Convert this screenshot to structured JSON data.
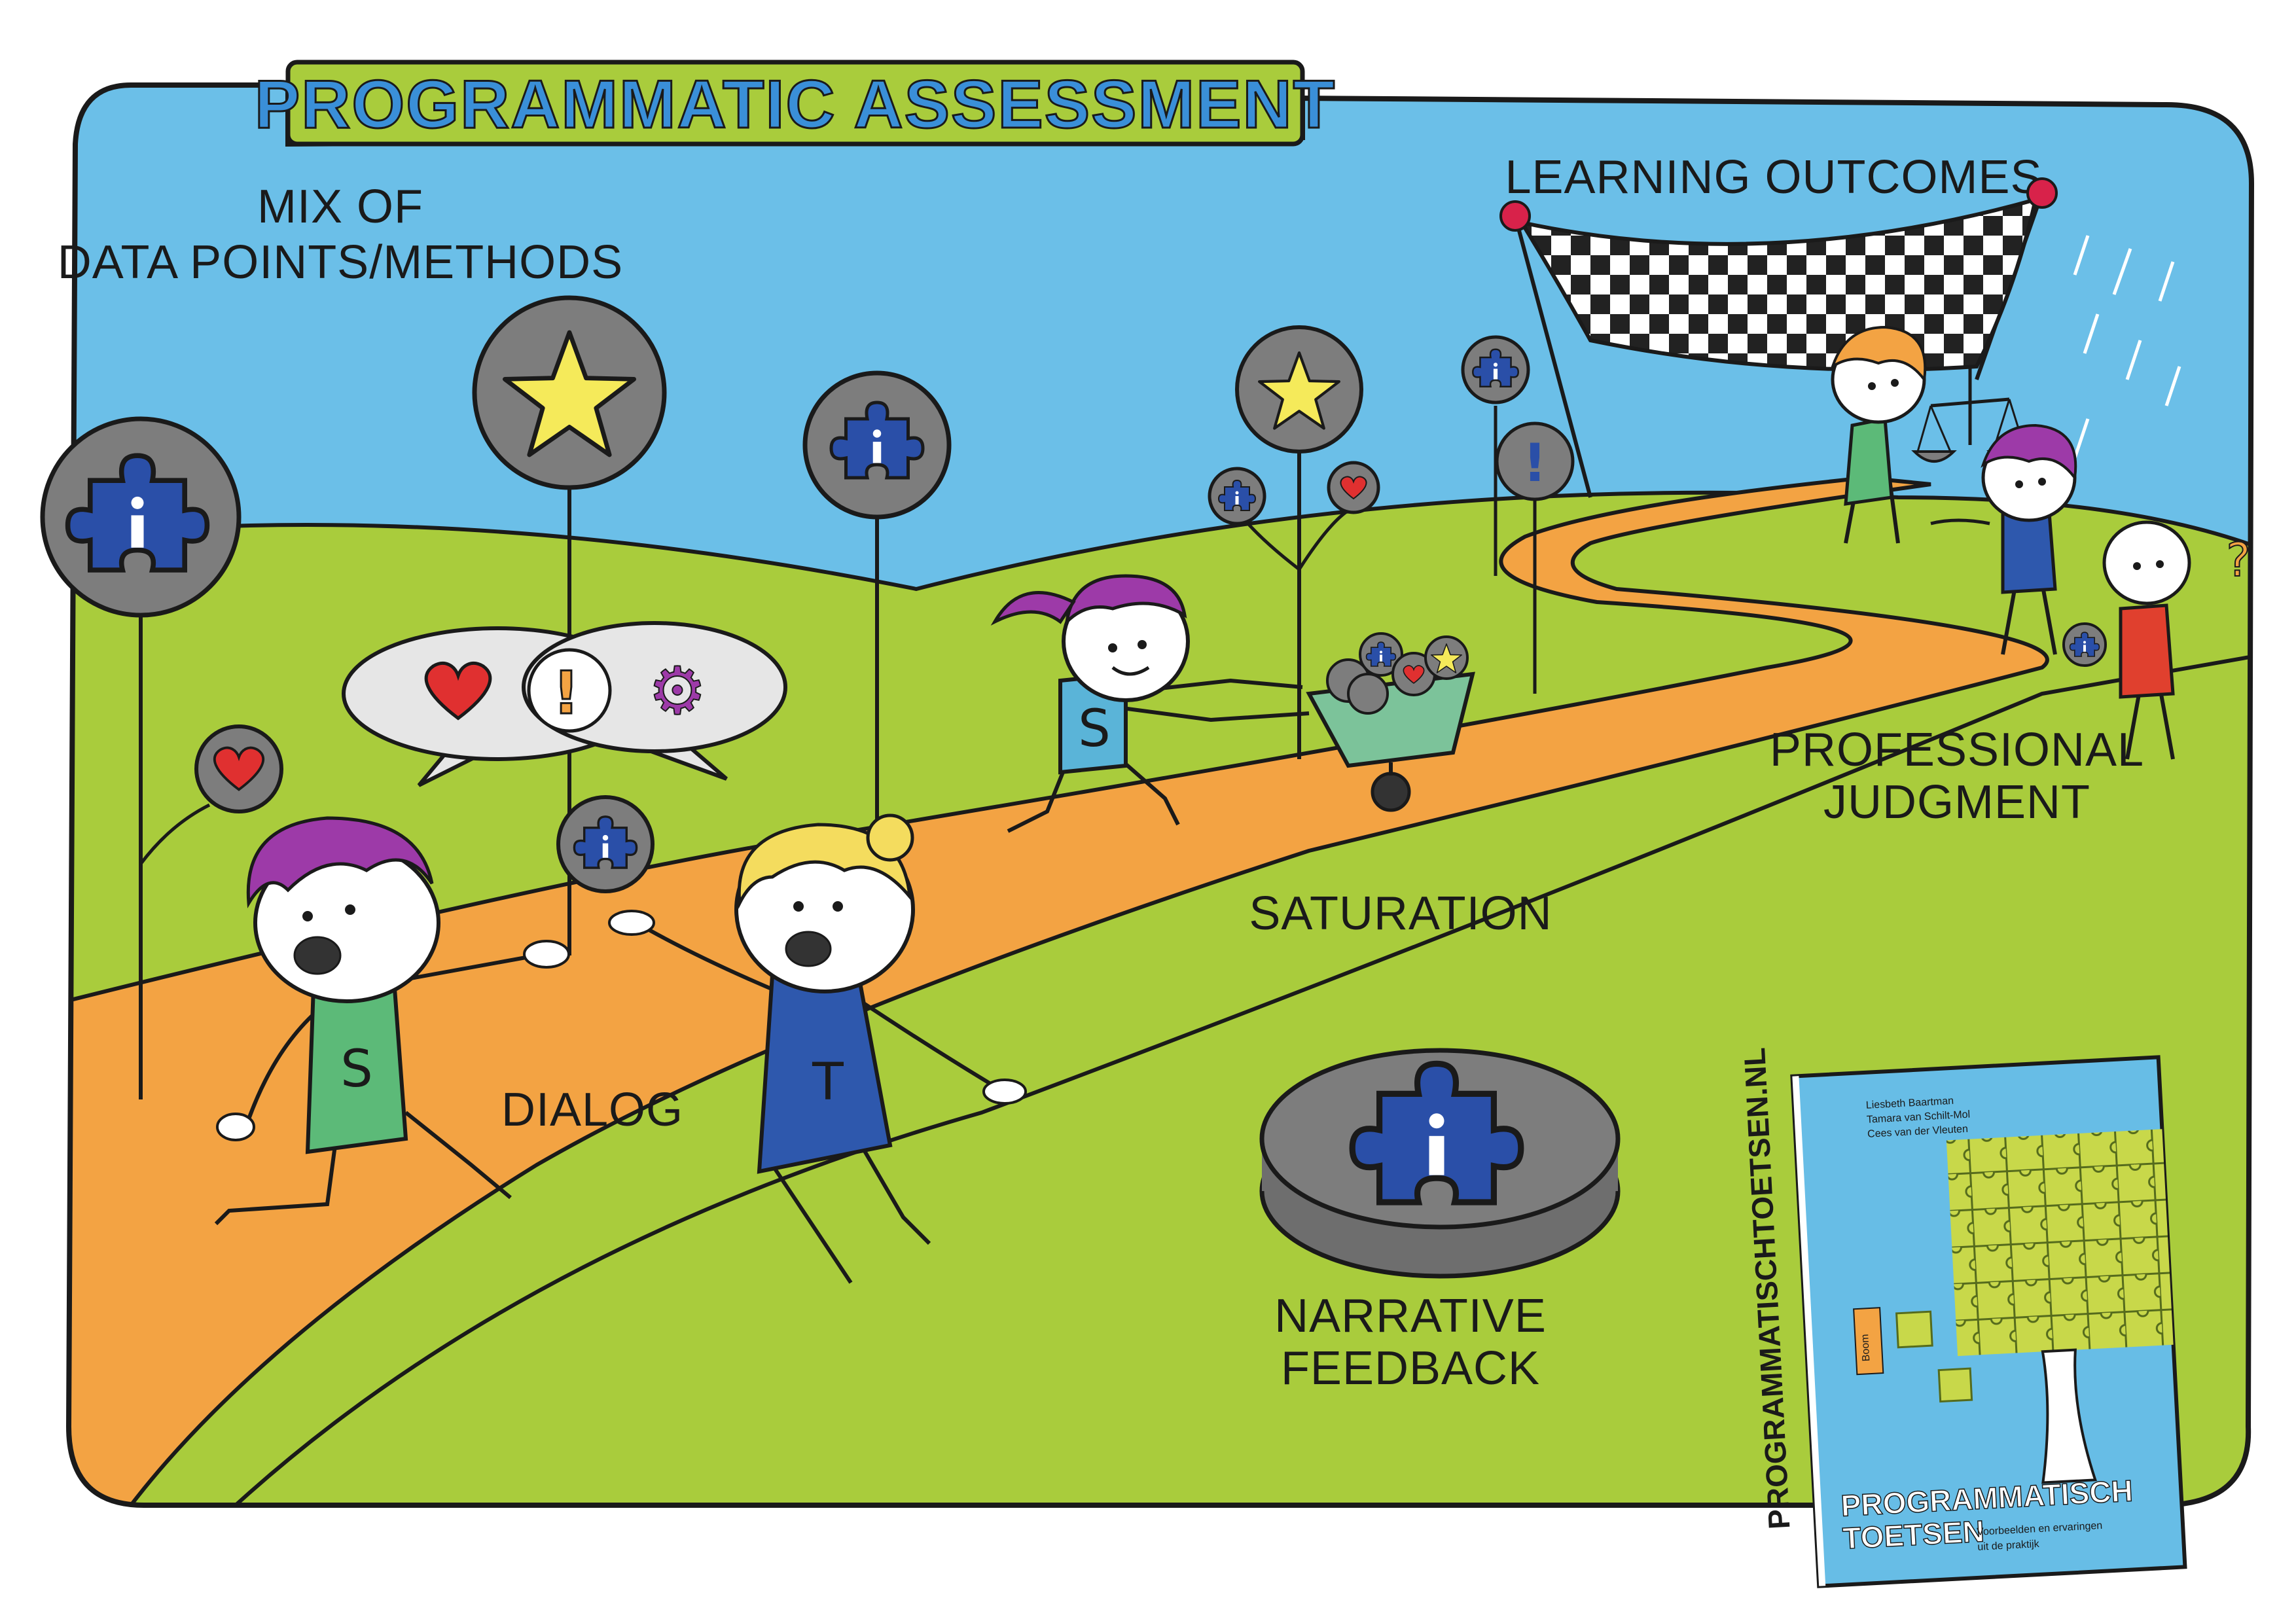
{
  "title": "PROGRAMMATIC ASSESSMENT",
  "labels": {
    "mix_line1": "MIX OF",
    "mix_line2": "DATA POINTS/METHODS",
    "learning_outcomes": "LEARNING OUTCOMES",
    "professional_line1": "PROFESSIONAL",
    "professional_line2": "JUDGMENT",
    "saturation": "SATURATION",
    "dialog": "DIALOG",
    "narrative_line1": "NARRATIVE",
    "narrative_line2": "FEEDBACK"
  },
  "shirts": {
    "student": "S",
    "teacher": "T"
  },
  "book": {
    "url": "PROGRAMMATISCHTOETSEN.NL",
    "title_line1": "PROGRAMMATISCH",
    "title_line2": "TOETSEN",
    "subtitle_line1": "Voorbeelden en ervaringen",
    "subtitle_line2": "uit de praktijk",
    "author1": "Liesbeth Baartman",
    "author2": "Tamara van Schilt-Mol",
    "author3": "Cees van der Vleuten",
    "publisher": "Boom"
  },
  "colors": {
    "sky": "#6bbfe8",
    "grass": "#a9cc3c",
    "path": "#f3a343",
    "badge": "#7d7d7d",
    "puzzle": "#2a4fa8",
    "star": "#f5ea5a",
    "heart": "#e03030",
    "title_band": "#a9cc3c"
  },
  "icons": {
    "info": "info-puzzle-icon",
    "star": "star-icon",
    "heart": "heart-icon",
    "exclamation": "exclamation-icon",
    "gear": "gear-icon",
    "flag": "checkered-flag-icon",
    "scales": "scales-icon"
  }
}
